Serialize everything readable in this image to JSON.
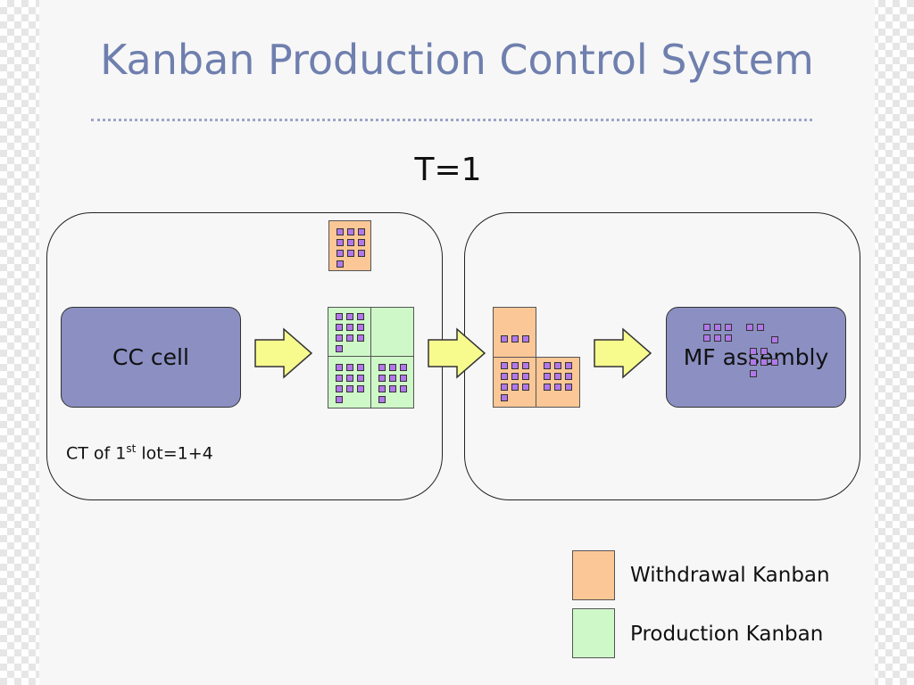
{
  "title": "Kanban Production Control System",
  "time_label": "T=1",
  "stations": {
    "left": {
      "process_label": "CC cell",
      "ct_prefix": "CT of 1",
      "ct_sup": "st",
      "ct_suffix": " lot=1+4"
    },
    "right": {
      "process_label": "MF assembly"
    }
  },
  "legend": [
    {
      "label": "Withdrawal Kanban",
      "color": "#fcc796"
    },
    {
      "label": "Production Kanban",
      "color": "#cff8c9"
    }
  ],
  "colors": {
    "title": "#6f7fae",
    "process_box": "#8b8fc2",
    "arrow_fill": "#f7fb8e",
    "part": "#b278ea"
  }
}
